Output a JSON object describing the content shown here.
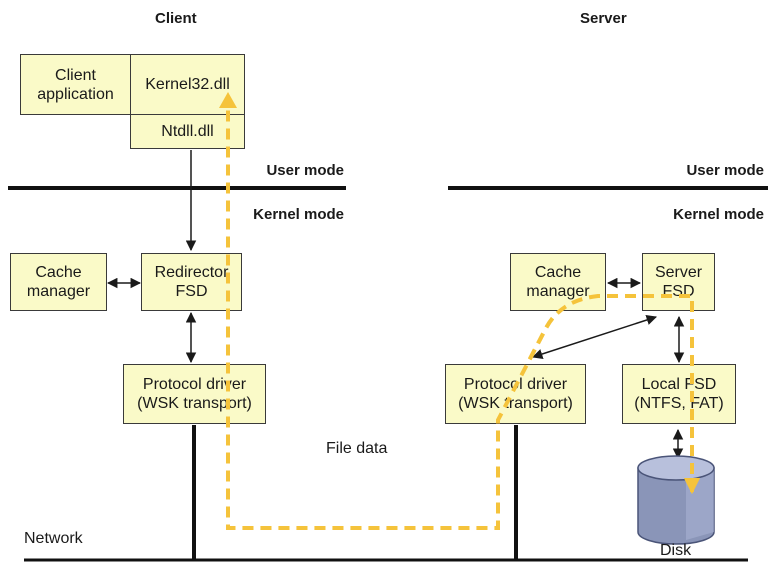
{
  "headers": {
    "client": "Client",
    "server": "Server"
  },
  "modes": {
    "client_user": "User mode",
    "client_kernel": "Kernel mode",
    "server_user": "User mode",
    "server_kernel": "Kernel mode"
  },
  "client": {
    "app": [
      "Client",
      "application"
    ],
    "kernel32": "Kernel32.dll",
    "ntdll": "Ntdll.dll",
    "cache": [
      "Cache",
      "manager"
    ],
    "redirector": [
      "Redirector",
      "FSD"
    ],
    "protocol": [
      "Protocol driver",
      "(WSK transport)"
    ]
  },
  "server": {
    "cache": [
      "Cache",
      "manager"
    ],
    "server_fsd": [
      "Server",
      "FSD"
    ],
    "protocol": [
      "Protocol driver",
      "(WSK transport)"
    ],
    "local_fsd": [
      "Local FSD",
      "(NTFS, FAT)"
    ],
    "disk": "Disk"
  },
  "labels": {
    "file_data": "File data",
    "network": "Network"
  },
  "colors": {
    "box_fill": "#fafac8",
    "dashed_path": "#f5c33b",
    "disk_body": "#8a95b8",
    "disk_top": "#b8c0dc"
  }
}
